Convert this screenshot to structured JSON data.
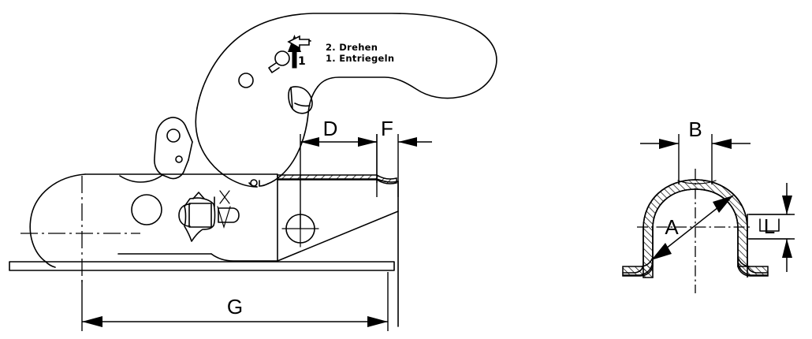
{
  "drawing": {
    "title": "Trailer coupling technical drawing",
    "background_color": "#ffffff",
    "line_color": "#000000",
    "views": {
      "side_view_name": "side-section-view",
      "front_view_name": "front-section-view"
    }
  },
  "instructions": {
    "line1": "2. Drehen",
    "line2": "1. Entriegeln",
    "step_marker_1": "1"
  },
  "dimensions": {
    "d": "D",
    "f": "F",
    "g": "G",
    "a": "A",
    "b": "B",
    "l": "L"
  }
}
